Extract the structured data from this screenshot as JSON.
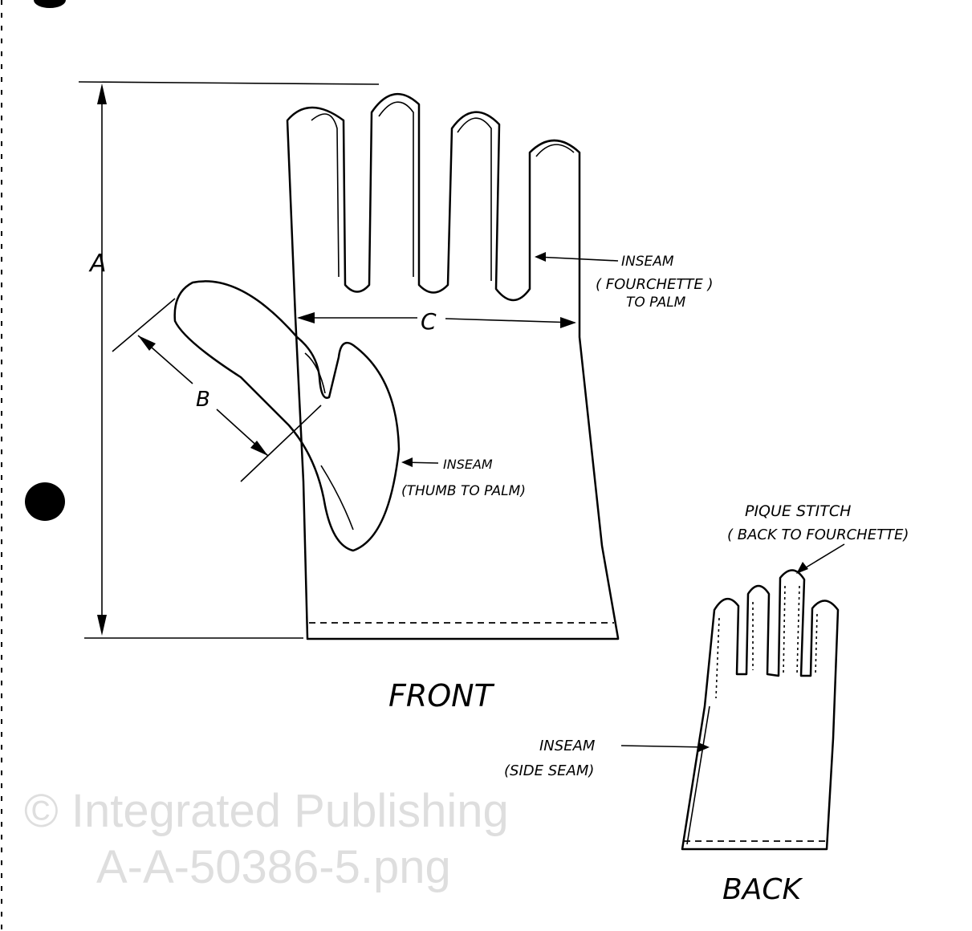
{
  "labels": {
    "dim_a": "A",
    "dim_b": "B",
    "dim_c": "C",
    "inseam_fourchette_1": "INSEAM",
    "inseam_fourchette_2": "( FOURCHETTE )",
    "inseam_fourchette_3": "TO  PALM",
    "inseam_thumb_1": "INSEAM",
    "inseam_thumb_2": "(THUMB TO PALM)",
    "pique_1": "PIQUE  STITCH",
    "pique_2": "( BACK TO FOURCHETTE)",
    "inseam_side_1": "INSEAM",
    "inseam_side_2": "(SIDE  SEAM)",
    "front": "FRONT",
    "back": "BACK"
  },
  "watermark": {
    "line1": "© Integrated Publishing",
    "line2": "A-A-50386-5.png"
  }
}
